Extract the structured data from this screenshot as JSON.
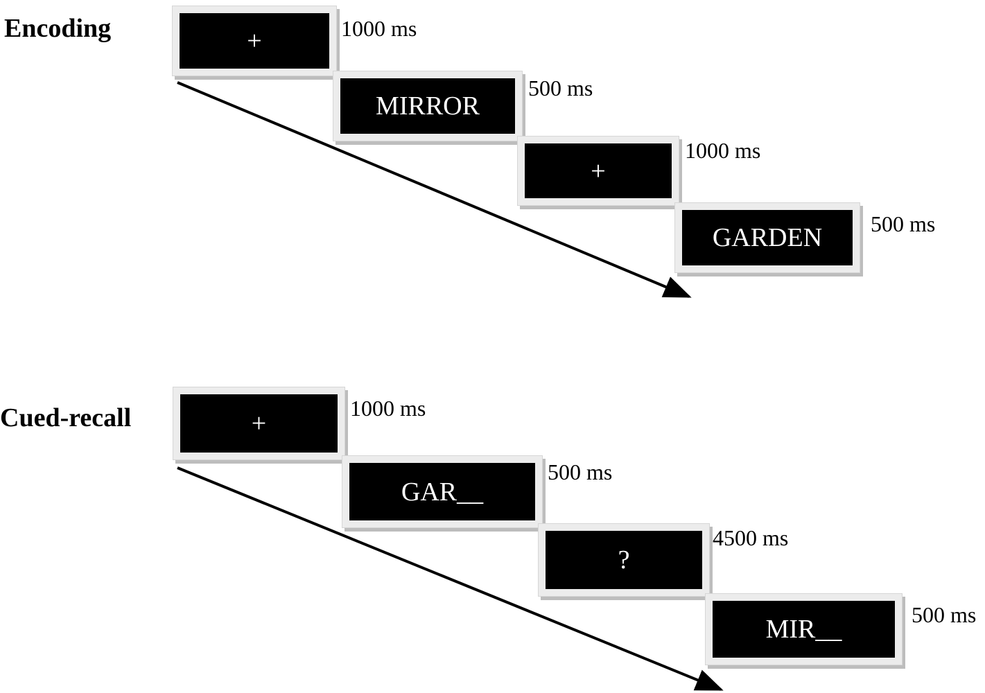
{
  "encoding": {
    "title": "Encoding",
    "screens": [
      {
        "stimulus": "+",
        "duration": "1000 ms"
      },
      {
        "stimulus": "MIRROR",
        "duration": "500 ms"
      },
      {
        "stimulus": "+",
        "duration": "1000 ms"
      },
      {
        "stimulus": "GARDEN",
        "duration": "500 ms"
      }
    ]
  },
  "cued_recall": {
    "title": "Cued-recall",
    "screens": [
      {
        "stimulus": "+",
        "duration": "1000 ms"
      },
      {
        "stimulus": "GAR__",
        "duration": "500 ms"
      },
      {
        "stimulus": "?",
        "duration": "4500 ms"
      },
      {
        "stimulus": "MIR__",
        "duration": "500 ms"
      }
    ]
  }
}
